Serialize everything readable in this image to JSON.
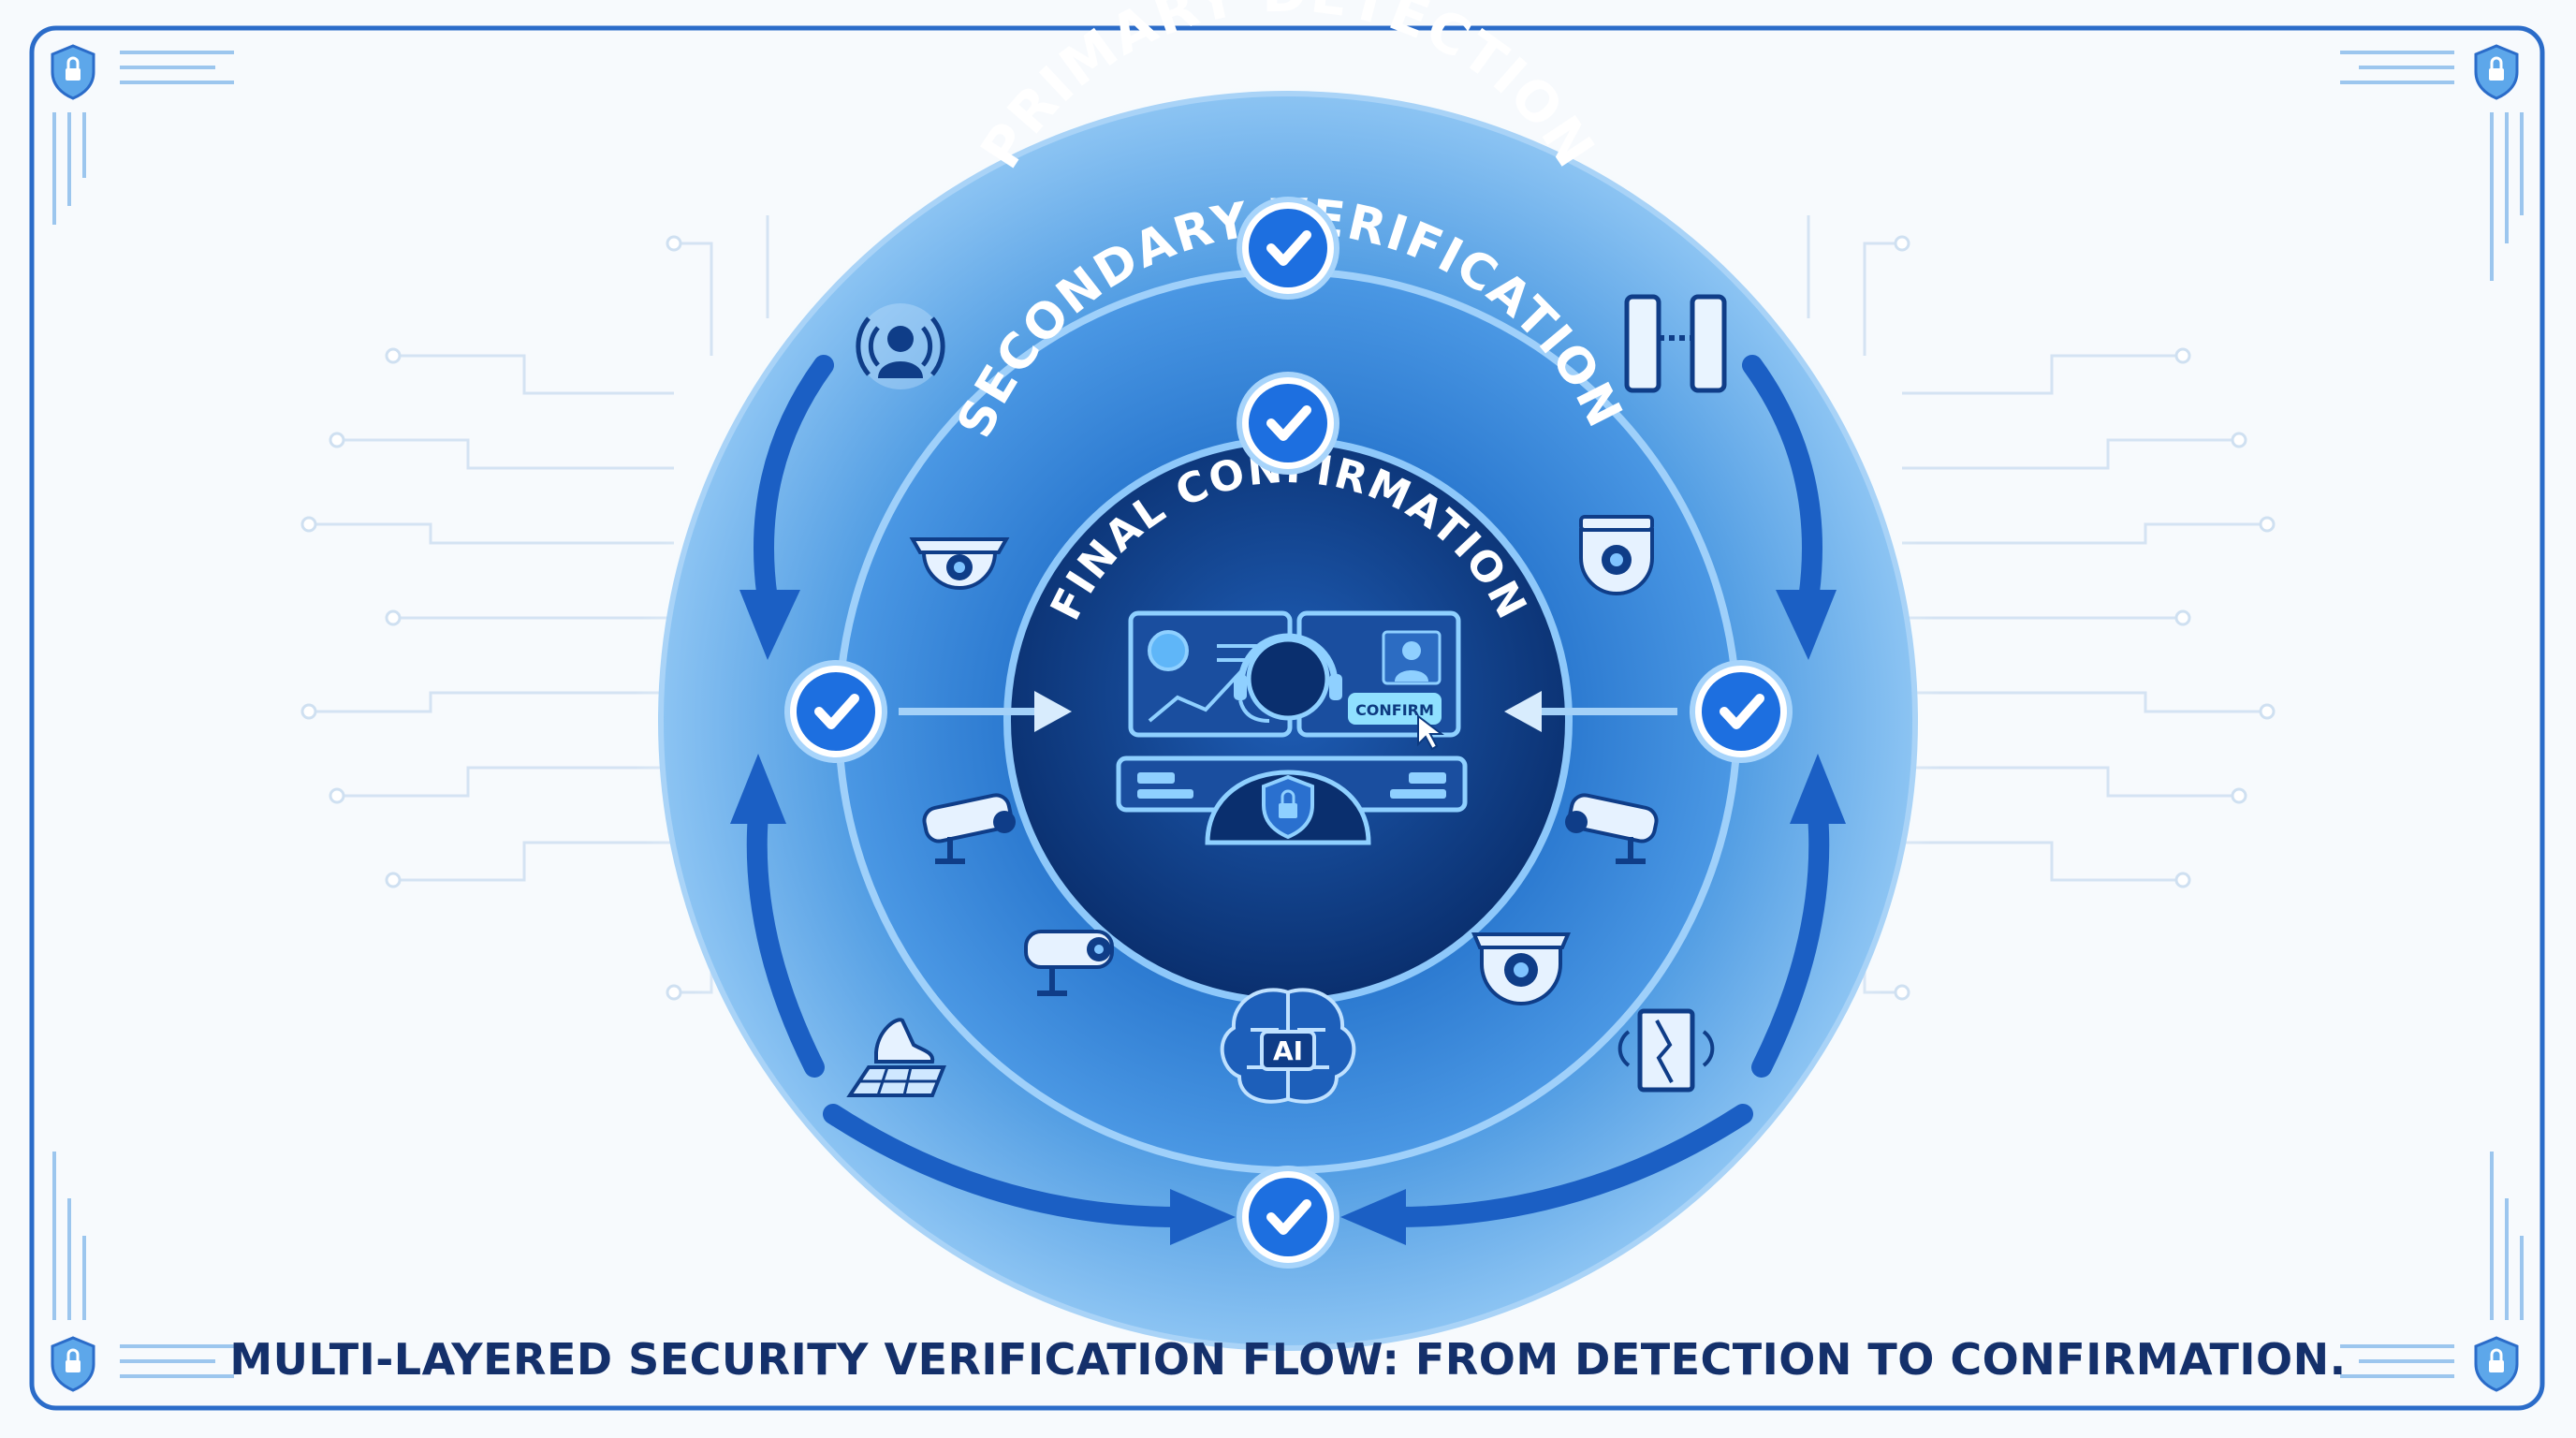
{
  "diagram": {
    "rings": [
      {
        "label": "PRIMARY DETECTION",
        "role": "outer"
      },
      {
        "label": "SECONDARY VERIFICATION",
        "role": "middle"
      },
      {
        "label": "FINAL CONFIRMATION",
        "role": "inner"
      }
    ],
    "center": {
      "button_label": "CONFIRM",
      "ai_label": "AI"
    },
    "caption": "MULTI-LAYERED SECURITY VERIFICATION FLOW: FROM DETECTION TO CONFIRMATION.",
    "sensor_icons": [
      "motion-sensor-icon",
      "door-contact-sensor-icon",
      "dome-camera-icon",
      "dome-camera-icon",
      "bullet-camera-icon",
      "bullet-camera-icon",
      "bullet-camera-icon",
      "dome-camera-icon",
      "ai-brain-icon",
      "pressure-floor-sensor-icon",
      "glass-break-sensor-icon",
      "operator-workstation-icon"
    ],
    "corner_icons": [
      "shield-lock-icon",
      "shield-lock-icon",
      "shield-lock-icon",
      "shield-lock-icon"
    ],
    "colors": {
      "frame": "#2b6cc9",
      "outer_ring": "#5aa6e6",
      "middle_ring": "#2f7fd4",
      "inner_disc": "#0e3c86",
      "check_badge": "#1d6fe0",
      "caption": "#14306b",
      "ring_text": "#ffffff"
    }
  }
}
